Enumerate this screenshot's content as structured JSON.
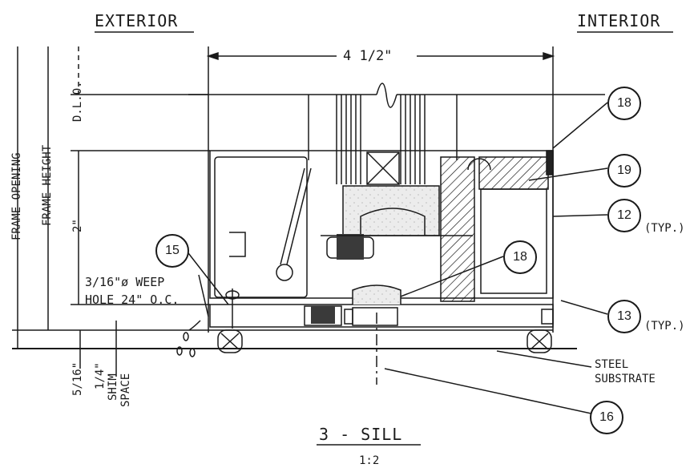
{
  "labels": {
    "exterior": "EXTERIOR",
    "interior": "INTERIOR",
    "width_dim": "4 1/2\"",
    "frame_opening": "FRAME OPENING",
    "frame_height": "FRAME HEIGHT",
    "dlo": "D.L.O.",
    "two_inch": "2\"",
    "weep_line1": "3/16\"ø WEEP",
    "weep_line2": "HOLE 24\" O.C.",
    "five_sixteenths": "5/16\"",
    "quarter_inch": "1/4\"",
    "shim": "SHIM",
    "space": "SPACE",
    "steel_line1": "STEEL",
    "steel_line2": "SUBSTRATE",
    "detail_title": "3 - SILL",
    "scale": "1:2",
    "typ": "(TYP.)"
  },
  "callouts": {
    "c18_top": "18",
    "c19": "19",
    "c12": "12",
    "c13": "13",
    "c15": "15",
    "c18_mid": "18",
    "c16": "16"
  }
}
